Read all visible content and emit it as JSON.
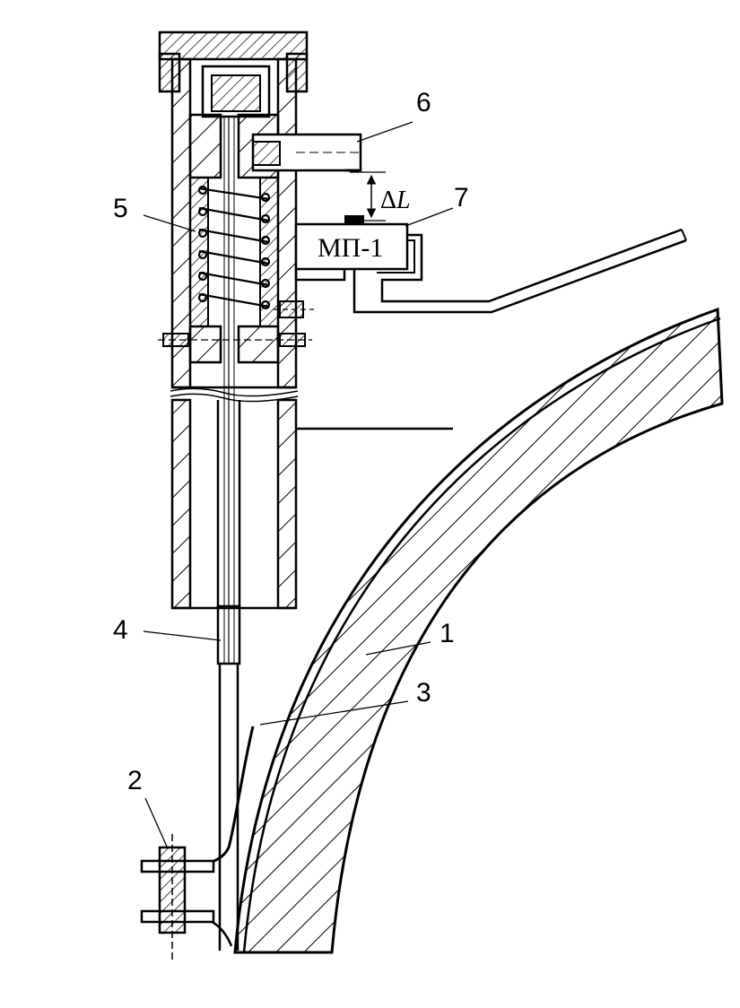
{
  "figure": {
    "callouts": {
      "c1": "1",
      "c2": "2",
      "c3": "3",
      "c4": "4",
      "c5": "5",
      "c6": "6",
      "c7": "7"
    },
    "device_label": "МП-1",
    "delta": {
      "symbol": "Δ",
      "variable": "L"
    }
  }
}
